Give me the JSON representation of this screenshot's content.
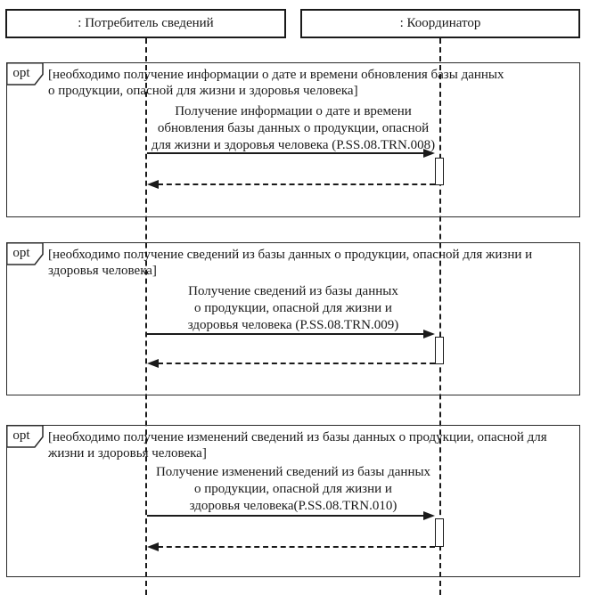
{
  "diagram": {
    "type": "uml-sequence",
    "operator_label": "opt",
    "actors": [
      {
        "label": ": Потребитель сведений"
      },
      {
        "label": ": Координатор"
      }
    ],
    "fragments": [
      {
        "operator": "opt",
        "guard_lines": [
          "[необходимо получение информации о дате и времени обновления базы данных",
          "о продукции, опасной для жизни и здоровья человека]"
        ],
        "message_lines": [
          "Получение информации о дате и времени",
          "обновления базы данных о продукции, опасной",
          "для жизни и здоровья человека (P.SS.08.TRN.008)"
        ],
        "transaction_code": "P.SS.08.TRN.008"
      },
      {
        "operator": "opt",
        "guard_lines": [
          "[необходимо получение сведений из базы данных о продукции, опасной для жизни и",
          "здоровья человека]"
        ],
        "message_lines": [
          "Получение сведений из базы данных",
          "о продукции, опасной для жизни и",
          "здоровья человека (P.SS.08.TRN.009)"
        ],
        "transaction_code": "P.SS.08.TRN.009"
      },
      {
        "operator": "opt",
        "guard_lines": [
          "[необходимо получение изменений сведений из базы данных о продукции, опасной для",
          "жизни и здоровья человека]"
        ],
        "message_lines": [
          "Получение изменений сведений из базы данных",
          "о продукции, опасной для жизни и",
          "здоровья человека(P.SS.08.TRN.010)"
        ],
        "transaction_code": "P.SS.08.TRN.010"
      }
    ],
    "colors": {
      "line": "#1a1a1a",
      "background": "#ffffff"
    }
  }
}
